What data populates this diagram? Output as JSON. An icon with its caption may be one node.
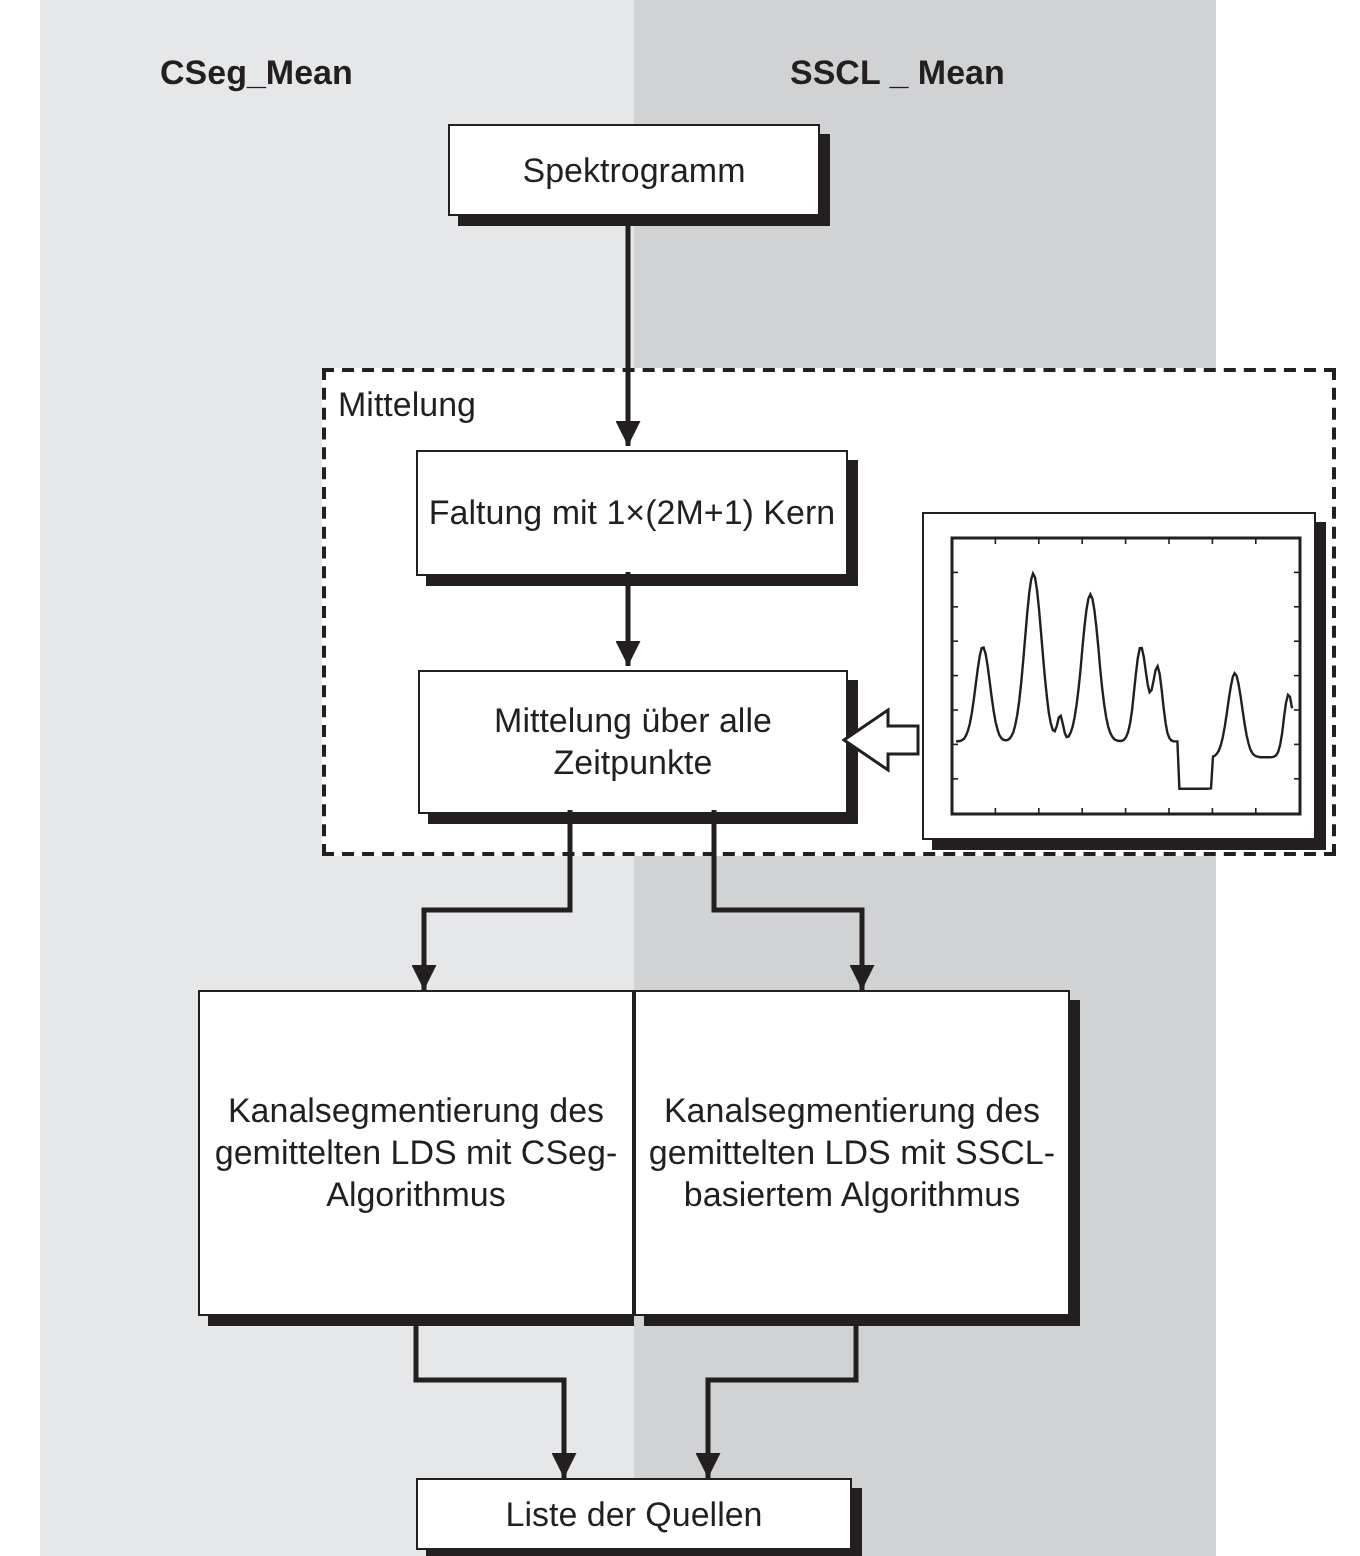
{
  "diagram": {
    "nodes": [
      {
        "text": [
          "CSeg_Mean"
        ]
      },
      {
        "text": [
          "SSCL _ Mean"
        ]
      },
      {
        "text": [
          "Mittelung"
        ]
      },
      {
        "text": [
          "Spektrogramm"
        ]
      },
      {
        "text": [
          "Faltung mit 1×(2M+1) Kern"
        ],
        "in": 2
      },
      {
        "text": [
          "Mittelung über alle Zeitpunkte"
        ],
        "in": 2
      },
      {
        "text": [],
        "shape": "picture",
        "in": 2
      },
      {
        "text": [
          "Kanalsegmentierung des gemittelten LDS mit CSeg-Algorithmus"
        ],
        "in": 0
      },
      {
        "text": [
          "Kanalsegmentierung des gemittelten LDS mit SSCL-basiertem Algorithmus"
        ],
        "in": 1
      },
      {
        "text": [
          "Liste der Quellen"
        ]
      }
    ],
    "edges": [
      {
        "from": 3,
        "to": 4,
        "arrow": "to"
      },
      {
        "from": 4,
        "to": 5,
        "arrow": "to"
      },
      {
        "from": 6,
        "to": 5,
        "arrow": "to",
        "style": "thick"
      },
      {
        "from": 5,
        "to": 7,
        "arrow": "to"
      },
      {
        "from": 5,
        "to": 8,
        "arrow": "to"
      },
      {
        "from": 7,
        "to": 9,
        "arrow": "to"
      },
      {
        "from": 8,
        "to": 9,
        "arrow": "to"
      }
    ]
  }
}
